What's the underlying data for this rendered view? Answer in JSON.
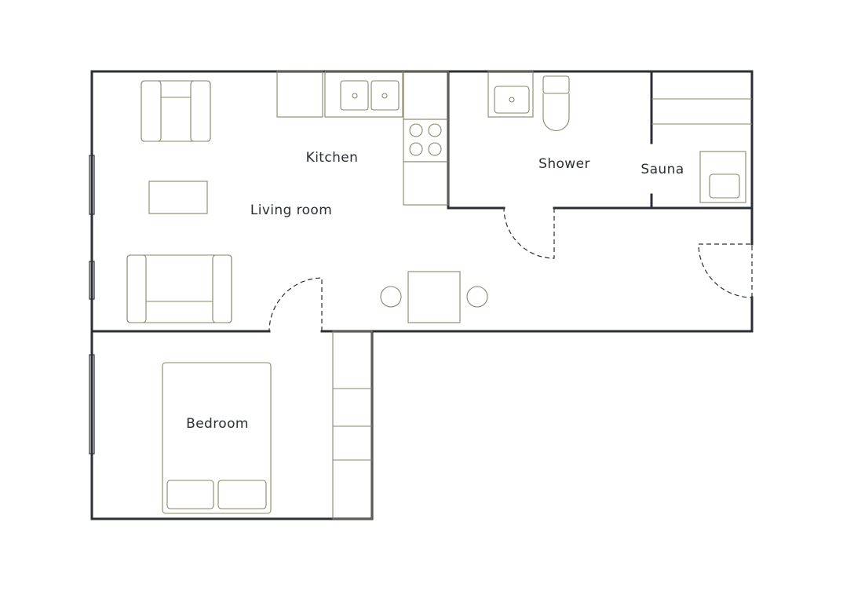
{
  "colors": {
    "wall": "#2a2e36",
    "furniture": "#8d8466",
    "door": "#2a2e36",
    "label": "#2a2e36"
  },
  "rooms": {
    "kitchen": "Kitchen",
    "living_room": "Living room",
    "shower": "Shower",
    "sauna": "Sauna",
    "bedroom": "Bedroom"
  }
}
